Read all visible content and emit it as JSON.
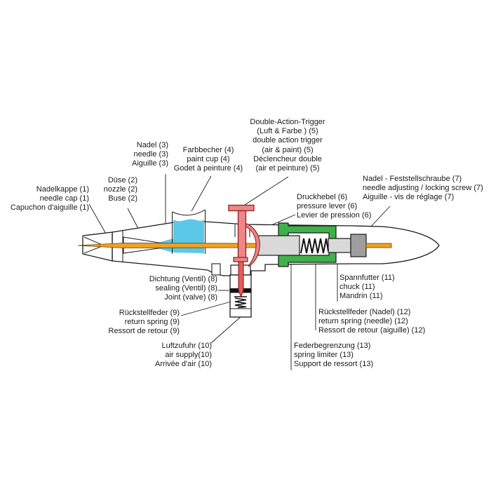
{
  "diagram_title": "Airbrush parts diagram (German / English / French)",
  "colors": {
    "background": "#ffffff",
    "outline": "#1a1a1a",
    "paint": "#5cc8e8",
    "needle": "#efa122",
    "needle_edge": "#6b4400",
    "trigger": "#ef8585",
    "trigger_outline": "#8e2222",
    "valve_stem": "#e55c5c",
    "limiter": "#3fb14b",
    "chuck": "#d9d9d9",
    "screw": "#9e9e9e",
    "spring": "#111111",
    "sealing_band": "#111111"
  },
  "labels": {
    "needle_cap": {
      "number": "1",
      "lines": [
        "Nadelkappe (1)",
        "needle cap (1)",
        "Capuchon d'aiguille (1)"
      ]
    },
    "nozzle": {
      "number": "2",
      "lines": [
        "Düse (2)",
        "nozzle (2)",
        "Buse (2)"
      ]
    },
    "needle": {
      "number": "3",
      "lines": [
        "Nadel (3)",
        "needle (3)",
        "Aiguille (3)"
      ]
    },
    "paint_cup": {
      "number": "4",
      "lines": [
        "Farbbecher (4)",
        "paint cup (4)",
        "Godet à peinture (4)"
      ]
    },
    "trigger": {
      "number": "5",
      "lines": [
        "Double-Action-Trigger",
        "(Luft & Farbe ) (5)",
        "double action trigger",
        "(air & paint) (5)",
        "Déclencheur double",
        "(air et peinture) (5)"
      ]
    },
    "pressure_lever": {
      "number": "6",
      "lines": [
        "Druckhebel (6)",
        "pressure lever (6)",
        "Levier de pression (6)"
      ]
    },
    "locking_screw": {
      "number": "7",
      "lines": [
        "Nadel - Feststellschraube (7)",
        "needle adjusting / locking screw (7)",
        "Aiguille - vis de réglage (7)"
      ]
    },
    "valve_sealing": {
      "number": "8",
      "lines": [
        "Dichtung (Ventil) (8)",
        "sealing (Ventil) (8)",
        "Joint (valve) (8)"
      ]
    },
    "return_spring": {
      "number": "9",
      "lines": [
        "Rückstellfeder (9)",
        "return spring (9)",
        "Ressort de retour (9)"
      ]
    },
    "air_supply": {
      "number": "10",
      "lines": [
        "Luftzufuhr (10)",
        "air supply(10)",
        "Arrivée d'air (10)"
      ]
    },
    "chuck": {
      "number": "11",
      "lines": [
        "Spannfutter (11)",
        "chuck (11)",
        "Mandrin (11)"
      ]
    },
    "needle_spring": {
      "number": "12",
      "lines": [
        "Rückstellfeder (Nadel) (12)",
        "return spring (needle) (12)",
        "Ressort de retour (aiguille) (12)"
      ]
    },
    "spring_limiter": {
      "number": "13",
      "lines": [
        "Federbegrenzung (13)",
        "spring limiter (13)",
        "Support de ressort (13)"
      ]
    }
  }
}
